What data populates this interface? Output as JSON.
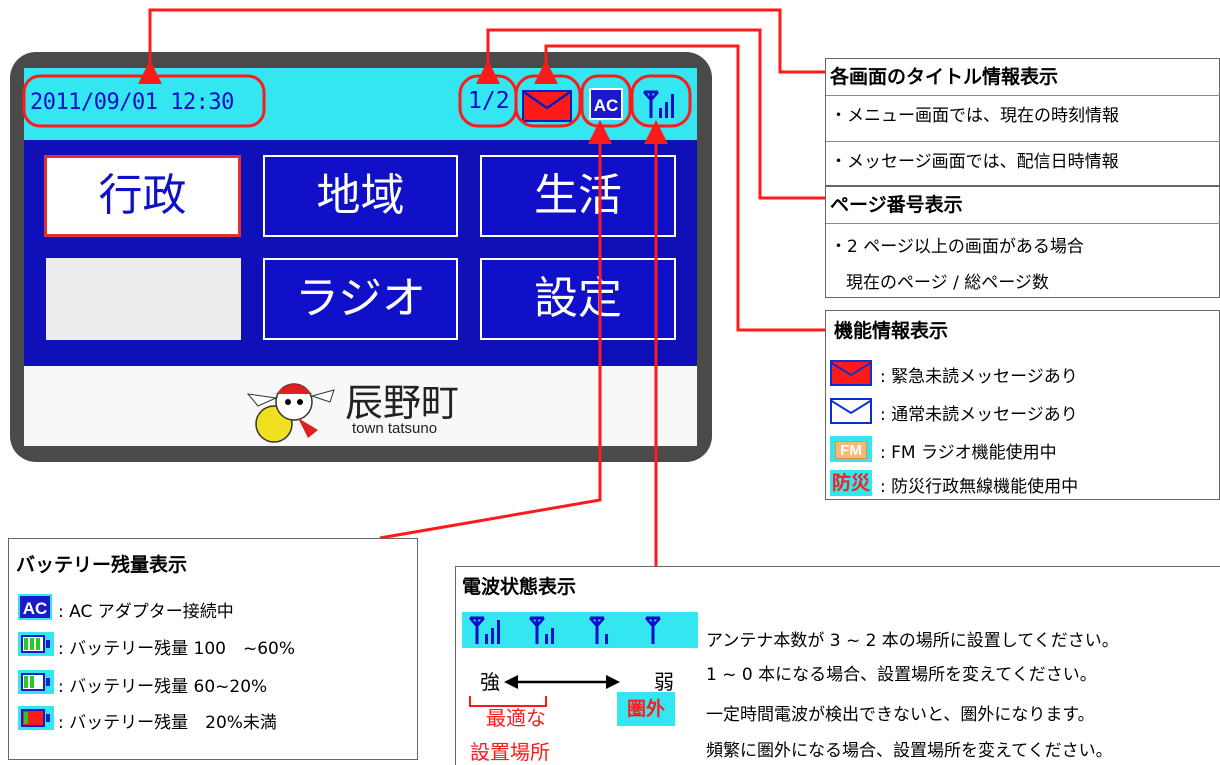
{
  "device": {
    "datetime": "2011/09/01 12:30",
    "page": "1/2",
    "ac_label": "AC",
    "menu": [
      "行政",
      "地域",
      "生活",
      "ラジオ",
      "設定"
    ],
    "logo_jp": "辰野町",
    "logo_en": "town tatsuno"
  },
  "title_box": {
    "title": "各画面のタイトル情報表示",
    "lines": [
      "・メニュー画面では、現在の時刻情報",
      "・メッセージ画面では、配信日時情報"
    ]
  },
  "page_box": {
    "title": "ページ番号表示",
    "lines": [
      "・2 ページ以上の画面がある場合",
      "現在のページ / 総ページ数"
    ]
  },
  "function_box": {
    "title": "機能情報表示",
    "items": [
      {
        "icon": "red-mail-icon",
        "text": ": 緊急未読メッセージあり"
      },
      {
        "icon": "white-mail-icon",
        "text": ": 通常未読メッセージあり"
      },
      {
        "icon": "fm-icon",
        "label": "FM",
        "text": ": FM ラジオ機能使用中"
      },
      {
        "icon": "bousai-icon",
        "label": "防災",
        "text": ": 防災行政無線機能使用中"
      }
    ]
  },
  "battery_box": {
    "title": "バッテリー残量表示",
    "items": [
      {
        "icon": "ac-icon",
        "label": "AC",
        "text": ": AC アダプター接続中"
      },
      {
        "icon": "battery-full-icon",
        "level": 3,
        "text": ": バッテリー残量 100　~60%"
      },
      {
        "icon": "battery-mid-icon",
        "level": 2,
        "text": ": バッテリー残量 60~20%"
      },
      {
        "icon": "battery-low-icon",
        "level": 1,
        "text": ": バッテリー残量　20%未満"
      }
    ]
  },
  "signal_box": {
    "title": "電波状態表示",
    "desc1": "アンテナ本数が 3 ~ 2 本の場所に設置してください。",
    "desc2": "1 ~ 0 本になる場合、設置場所を変えてください。",
    "strong": "強",
    "weak": "弱",
    "best1": "最適な",
    "best2": "設置場所",
    "out_label": "圏外",
    "out1": "一定時間電波が検出できないと、圏外になります。",
    "out2": "頻繁に圏外になる場合、設置場所を変えてください。"
  },
  "colors": {
    "accent": "#33e6f0",
    "screen_blue": "#1010b8",
    "callout_red": "#ff1a1a",
    "text_blue": "#0d0dcc"
  }
}
